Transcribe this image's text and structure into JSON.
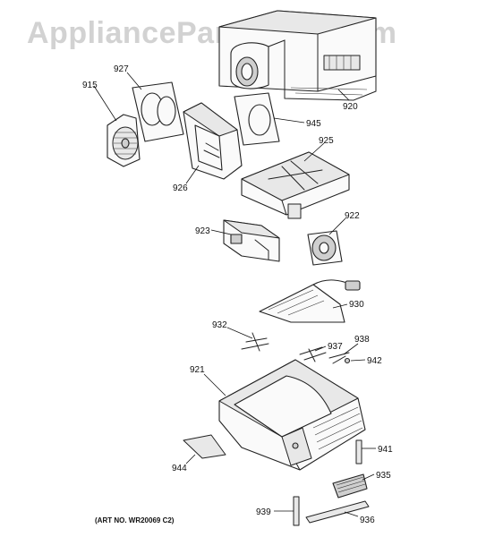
{
  "watermark": "AppliancePartsPros.com",
  "art_number": "(ART NO. WR20069 C2)",
  "parts": {
    "p915": "915",
    "p920": "920",
    "p921": "921",
    "p922": "922",
    "p923": "923",
    "p925": "925",
    "p926": "926",
    "p927": "927",
    "p930": "930",
    "p932": "932",
    "p935": "935",
    "p936": "936",
    "p937": "937",
    "p938": "938",
    "p939": "939",
    "p941": "941",
    "p942": "942",
    "p944": "944",
    "p945": "945"
  }
}
